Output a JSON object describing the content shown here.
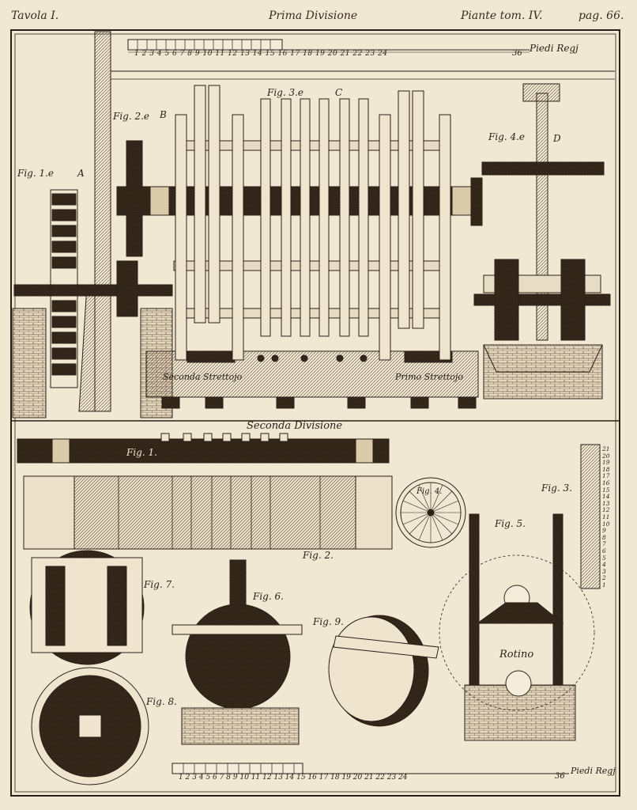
{
  "header": {
    "left": "Tavola I.",
    "center": "Prima Divisione",
    "right": "Piante tom. IV.",
    "page": "pag. 66."
  },
  "scale_top": {
    "numbers": [
      "1",
      "2",
      "3",
      "4",
      "5",
      "6",
      "7",
      "8",
      "9",
      "10",
      "11",
      "12",
      "13",
      "14",
      "15",
      "16",
      "17",
      "18",
      "19",
      "20",
      "21",
      "22",
      "23",
      "24"
    ],
    "end_number": "36",
    "label": "Piedi Regj"
  },
  "scale_bottom": {
    "numbers": [
      "1",
      "2",
      "3",
      "4",
      "5",
      "6",
      "7",
      "8",
      "9",
      "10",
      "11",
      "12",
      "13",
      "14",
      "15",
      "16",
      "17",
      "18",
      "19",
      "20",
      "21",
      "22",
      "23",
      "24"
    ],
    "end_number": "36",
    "label": "Piedi Regj"
  },
  "section_two_title": "Seconda Divisione",
  "figures_upper": {
    "fig1": "Fig. 1.e",
    "fig1_letter": "A",
    "fig2": "Fig. 2.e",
    "fig2_letter": "B",
    "fig3": "Fig. 3.e",
    "fig3_letter": "C",
    "fig4": "Fig. 4.e",
    "fig4_letter": "D",
    "left_press": "Seconda Strettojo",
    "right_press": "Primo Strettojo"
  },
  "figures_lower": {
    "fig1": "Fig. 1.",
    "fig2": "Fig. 2.",
    "fig3": "Fig. 3.",
    "fig4": "Fig. 4.",
    "fig5": "Fig. 5.",
    "fig6": "Fig. 6.",
    "fig7": "Fig. 7.",
    "fig8": "Fig. 8.",
    "fig9": "Fig. 9.",
    "rotino": "Rotino"
  },
  "vertical_scale_numbers": [
    "21",
    "20",
    "19",
    "18",
    "17",
    "16",
    "15",
    "14",
    "13",
    "12",
    "11",
    "10",
    "9",
    "8",
    "7",
    "6",
    "5",
    "4",
    "3",
    "2",
    "1"
  ]
}
